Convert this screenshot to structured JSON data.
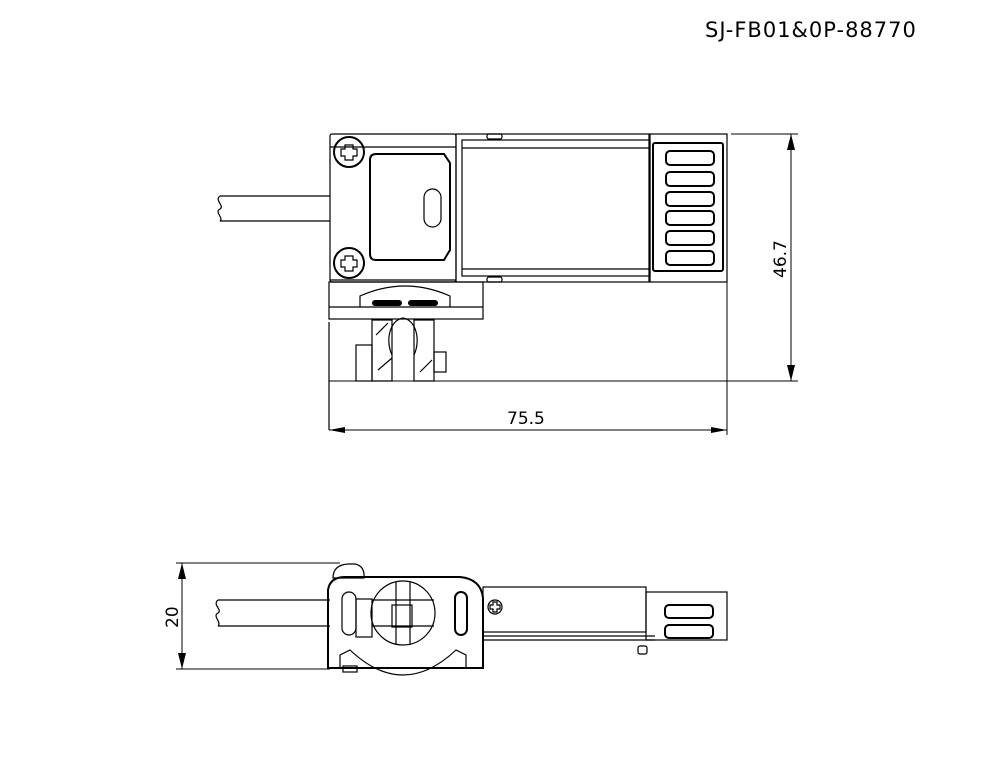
{
  "drawing": {
    "part_number": "SJ-FB01&0P-88770",
    "top_view": {
      "dimensions": {
        "width": "75.5",
        "height": "46.7"
      },
      "contact_slots": 6
    },
    "side_view": {
      "dimensions": {
        "height": "20"
      },
      "contact_slots": 2
    }
  }
}
